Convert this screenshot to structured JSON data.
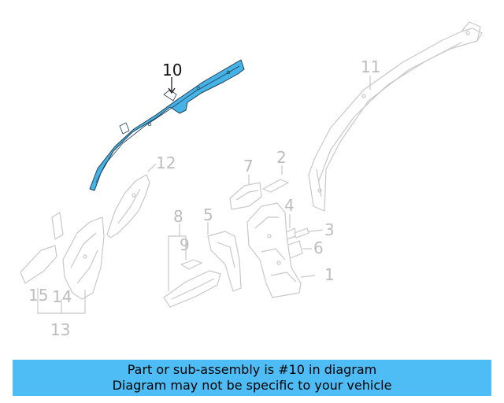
{
  "diagram": {
    "callouts": {
      "c1": "1",
      "c2": "2",
      "c3": "3",
      "c4": "4",
      "c5": "5",
      "c6": "6",
      "c7": "7",
      "c8": "8",
      "c9": "9",
      "c10": "10",
      "c11": "11",
      "c12": "12",
      "c13": "13",
      "c14": "14",
      "c15": "15"
    },
    "highlighted_part": "10",
    "colors": {
      "highlight_fill": "#46b3e6",
      "banner_bg": "#4ebcf5",
      "faded_part": "#c8c8c8"
    }
  },
  "banner": {
    "line1": "Part or sub-assembly is #10 in diagram",
    "line2": "Diagram may not be specific to your vehicle"
  }
}
